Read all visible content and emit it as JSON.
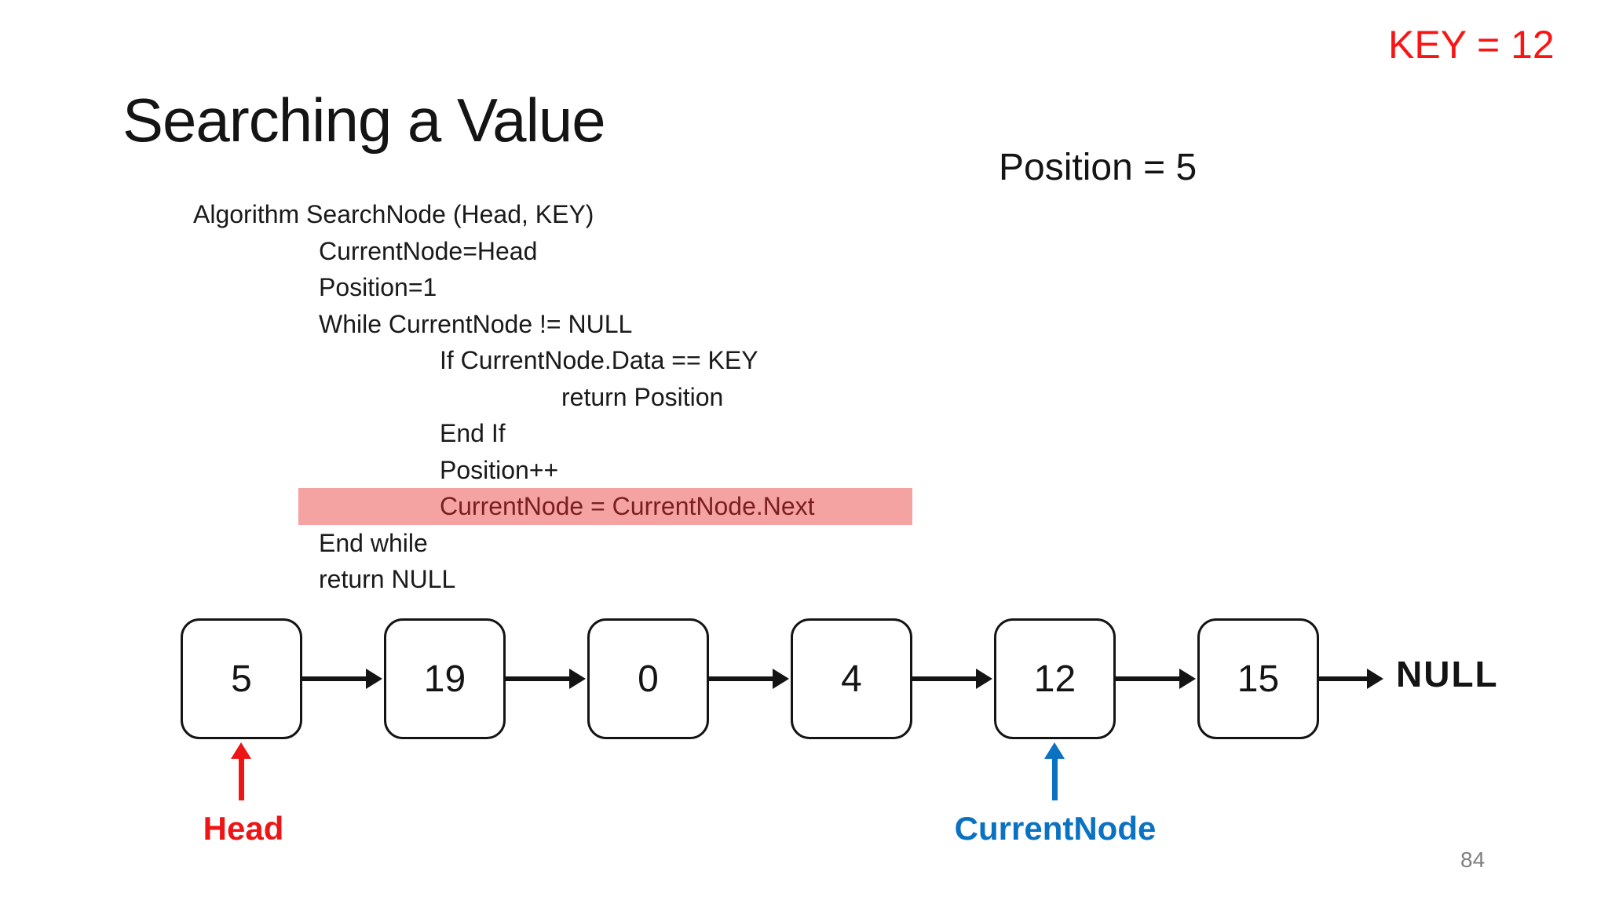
{
  "slide": {
    "key_label": "KEY = 12",
    "title": "Searching a Value",
    "position_label": "Position = 5",
    "page_number": "84"
  },
  "code": {
    "lines": [
      {
        "text": "Algorithm SearchNode (Head, KEY)",
        "indent": 0,
        "highlighted": false
      },
      {
        "text": "CurrentNode=Head",
        "indent": 1,
        "highlighted": false
      },
      {
        "text": "Position=1",
        "indent": 1,
        "highlighted": false
      },
      {
        "text": "While CurrentNode != NULL",
        "indent": 1,
        "highlighted": false
      },
      {
        "text": "If CurrentNode.Data == KEY",
        "indent": 2,
        "highlighted": false
      },
      {
        "text": "return Position",
        "indent": 3,
        "highlighted": false
      },
      {
        "text": "End If",
        "indent": 2,
        "highlighted": false
      },
      {
        "text": "Position++",
        "indent": 2,
        "highlighted": false
      },
      {
        "text": "CurrentNode = CurrentNode.Next",
        "indent": 2,
        "highlighted": true
      },
      {
        "text": "End while",
        "indent": 1,
        "highlighted": false
      },
      {
        "text": "return NULL",
        "indent": 1,
        "highlighted": false
      }
    ]
  },
  "linked_list": {
    "nodes": [
      "5",
      "19",
      "0",
      "4",
      "12",
      "15"
    ],
    "terminator": "NULL",
    "pointers": [
      {
        "label": "Head",
        "points_to_node": "5",
        "color": "#ed1515"
      },
      {
        "label": "CurrentNode",
        "points_to_node": "12",
        "color": "#0b72c2"
      }
    ]
  },
  "colors": {
    "key_red": "#fa1414",
    "highlight_background": "#f5a2a2",
    "highlight_text": "#7a1f1f",
    "head_red": "#ed1515",
    "currentnode_blue": "#0b72c2",
    "page_number_gray": "#7f7f7f"
  }
}
